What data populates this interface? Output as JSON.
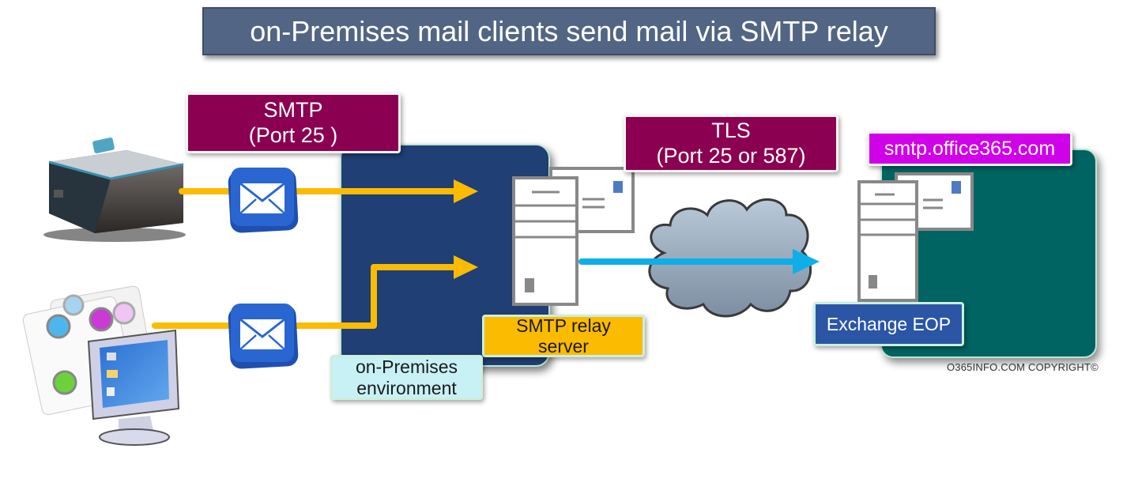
{
  "title": "on-Premises mail clients send mail via SMTP relay",
  "labels": {
    "smtp": {
      "line1": "SMTP",
      "line2": "(Port 25 )"
    },
    "tls": {
      "line1": "TLS",
      "line2": "(Port 25 or 587)"
    },
    "host": "smtp.office365.com",
    "relay": {
      "line1": "SMTP relay",
      "line2": "server"
    },
    "environment": {
      "line1": "on-Premises",
      "line2": "environment"
    },
    "eop": "Exchange EOP"
  },
  "copyright": "O365INFO.COM COPYRIGHT©",
  "icons": {
    "printer": "printer-icon",
    "computer": "computer-icon",
    "mail": "envelope-icon",
    "server": "server-icon",
    "cloud": "cloud-icon"
  },
  "colors": {
    "title_bg": "#536584",
    "label_magenta": "#8b0051",
    "label_host": "#d000e8",
    "relay_yellow": "#fbbb00",
    "env_cyan": "#c8f1f6",
    "eop_blue": "#2b56a6",
    "onprem_navy": "#1f3f75",
    "cloud_teal": "#006462",
    "flow_yellow": "#fbbb00",
    "flow_blue": "#10aee8"
  }
}
